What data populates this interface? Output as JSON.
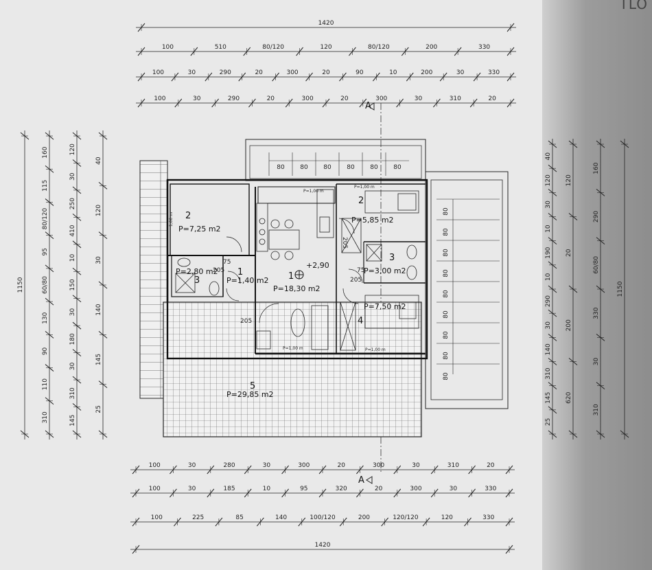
{
  "corner_label": "TLO",
  "dimensions": {
    "top": [
      [
        "1420"
      ],
      [
        "100",
        "510",
        "80/120",
        "120",
        "80/120",
        "200",
        "330"
      ],
      [
        "100",
        "30",
        "290",
        "20",
        "300",
        "20",
        "90",
        "10",
        "200",
        "30",
        "330"
      ],
      [
        "100",
        "30",
        "290",
        "20",
        "300",
        "20",
        "300",
        "30",
        "310",
        "20"
      ]
    ],
    "bottom": [
      [
        "100",
        "30",
        "280",
        "30",
        "300",
        "20",
        "300",
        "30",
        "310",
        "20"
      ],
      [
        "100",
        "30",
        "185",
        "10",
        "95",
        "320",
        "20",
        "300",
        "30",
        "330"
      ],
      [
        "100",
        "225",
        "85",
        "140",
        "100/120",
        "200",
        "120/120",
        "120",
        "330"
      ],
      [
        "1420"
      ]
    ],
    "left": [
      [
        "1150"
      ],
      [
        "160",
        "115",
        "80/120",
        "95",
        "60/80",
        "130",
        "90",
        "110",
        "310"
      ],
      [
        "120",
        "30",
        "250",
        "410",
        "10",
        "150",
        "30",
        "180",
        "30",
        "310",
        "145"
      ],
      [
        "40",
        "120",
        "30",
        "140",
        "145",
        "25"
      ]
    ],
    "right": [
      [
        "40",
        "120",
        "30",
        "10",
        "190",
        "10",
        "290",
        "30",
        "140",
        "310",
        "145",
        "25"
      ],
      [
        "120",
        "20",
        "200",
        "620"
      ],
      [
        "160",
        "290",
        "60/80",
        "330",
        "30",
        "310"
      ],
      [
        "1150"
      ]
    ]
  },
  "section_markers": [
    "A",
    "A"
  ],
  "section_top_value": "300",
  "balcony_cells": [
    "80",
    "80",
    "80",
    "80",
    "80",
    "80"
  ],
  "stair_labels": [
    "80",
    "80",
    "80",
    "80",
    "80",
    "80",
    "80",
    "80",
    "80"
  ],
  "rooms": [
    {
      "num": "2",
      "area": "P=7,25 m2"
    },
    {
      "num": "1",
      "area": "P=1,40 m2"
    },
    {
      "num": "3",
      "area": "P=2,80 m2"
    },
    {
      "num": "1",
      "area": "P=18,30 m2"
    },
    {
      "num": "2",
      "area": "P=5,85 m2"
    },
    {
      "num": "3",
      "area": "P=3,00 m2"
    },
    {
      "num": "4",
      "area": "P=7,50 m2"
    },
    {
      "num": "5",
      "area": "P=29,85 m2"
    }
  ],
  "level": "+2,90",
  "openings": [
    "205",
    "205",
    "205",
    "205",
    "75",
    "75"
  ],
  "window_labels": [
    "P=1,00 m",
    "P=1,00 m",
    "P=1,00 m",
    "P=1,00 m"
  ],
  "bath_label": "1,00 m",
  "colors": {
    "line": "#1a1a1a",
    "paper": "#ececec",
    "shadow": "#9a9a9a"
  }
}
